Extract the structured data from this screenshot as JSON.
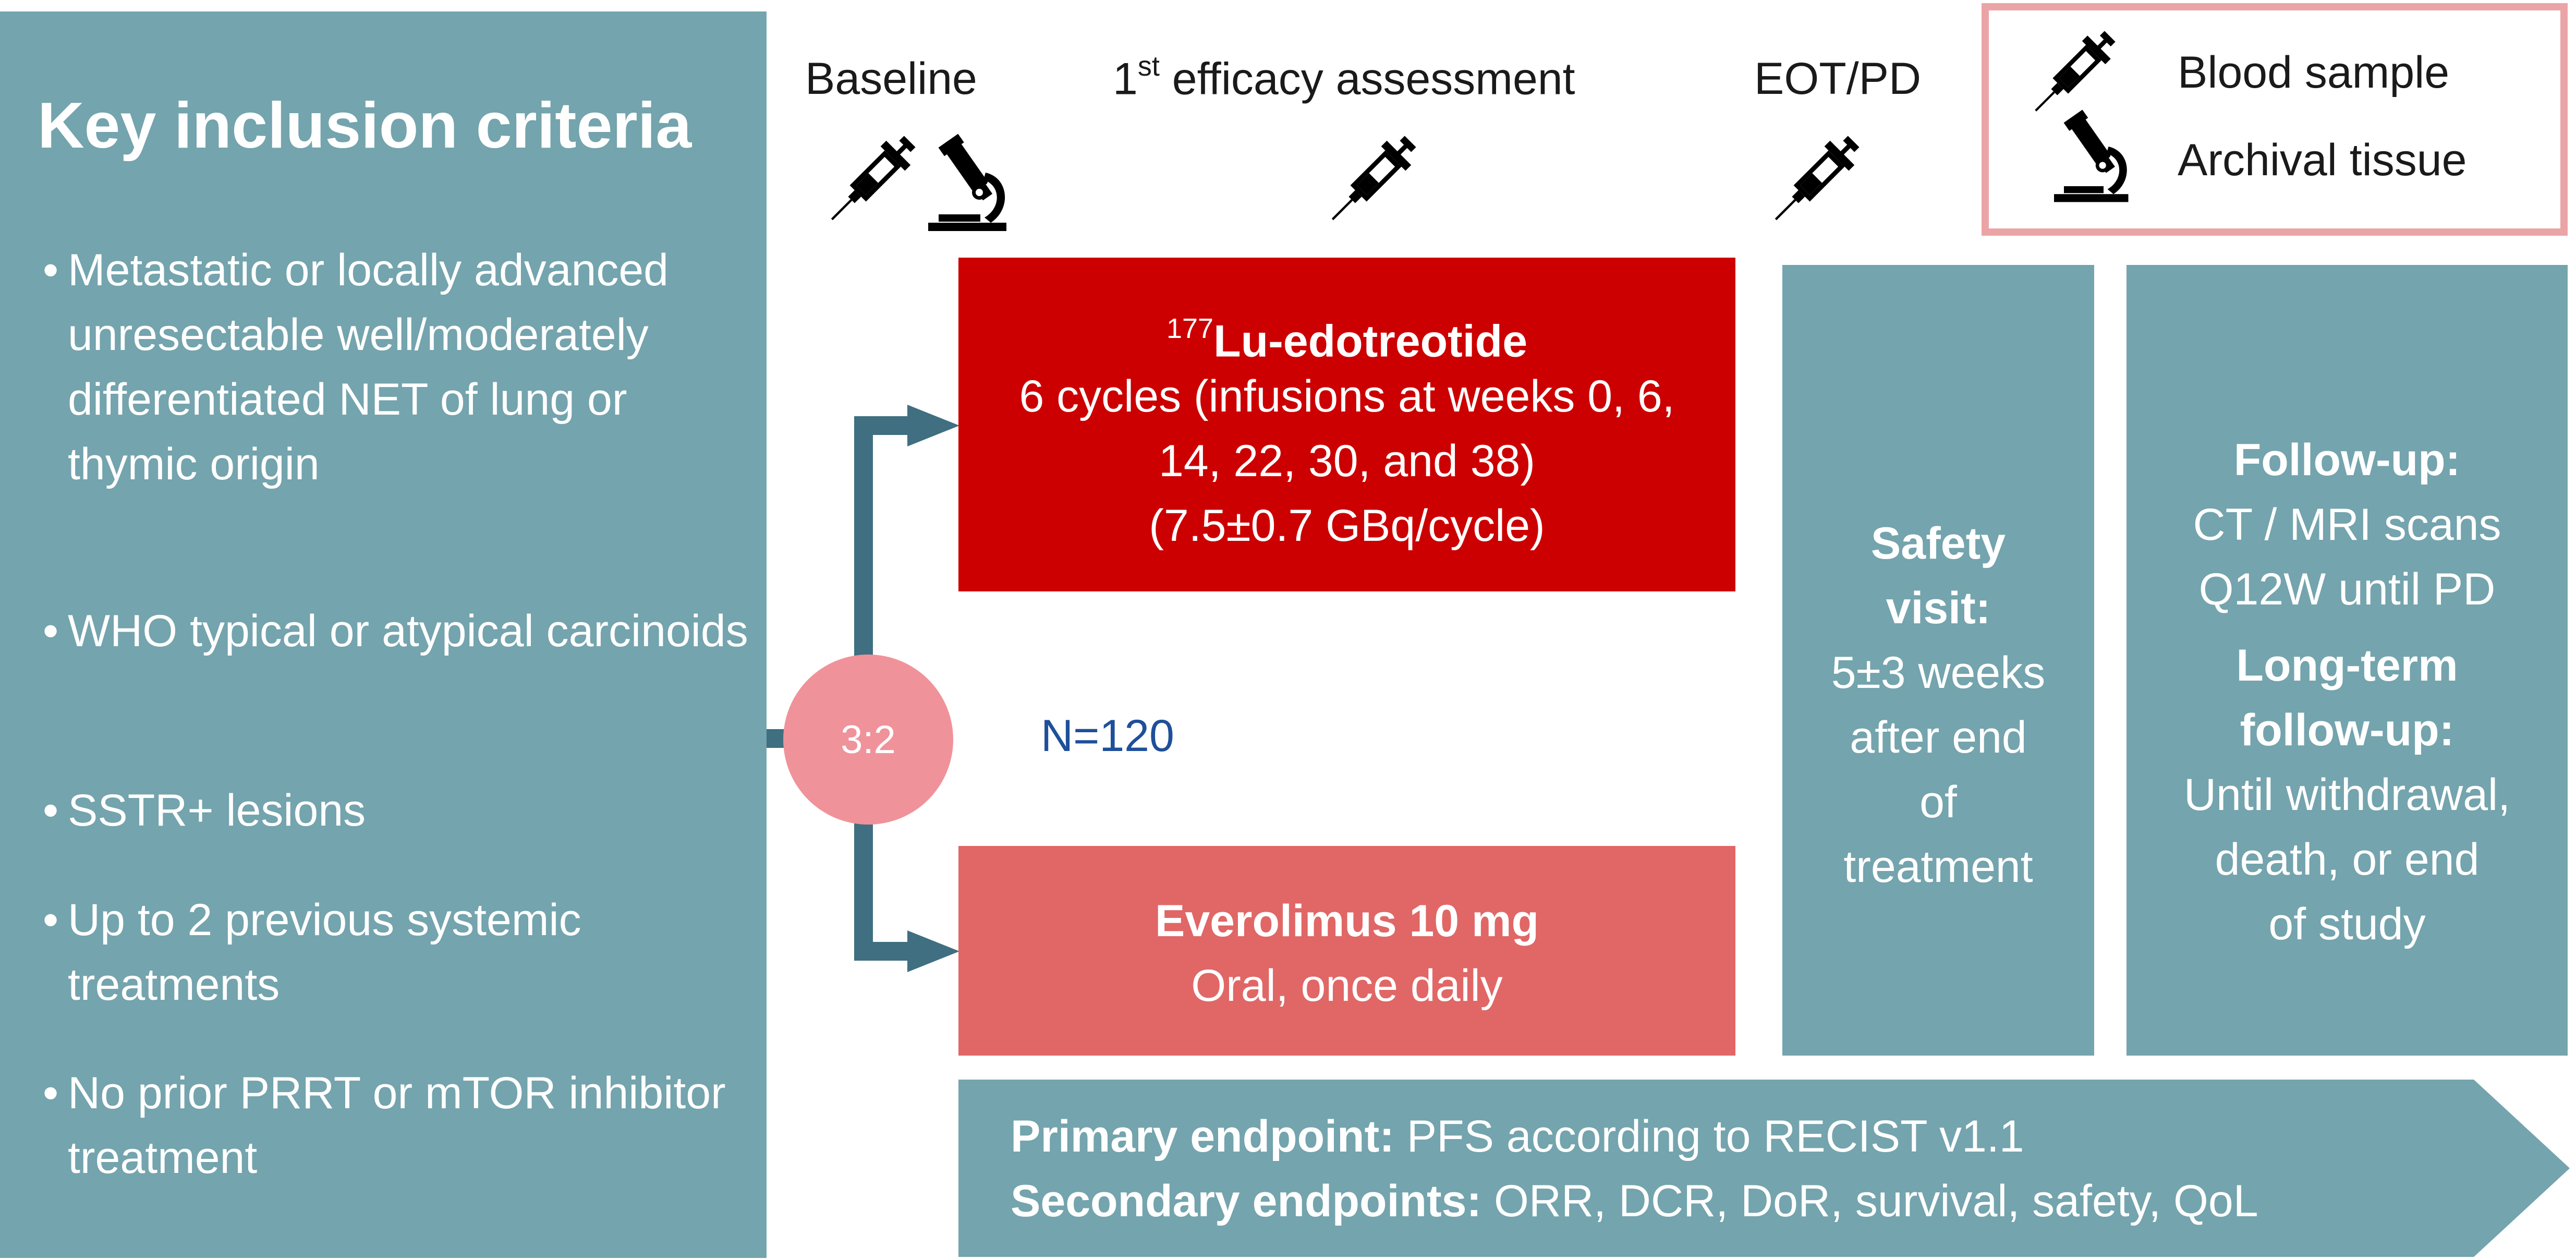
{
  "inclusion": {
    "title": "Key inclusion criteria",
    "bullet": "•",
    "criteria": [
      "Metastatic or locally advanced unresectable well/moderately differentiated NET of lung or thymic origin",
      "WHO typical or atypical carcinoids",
      "SSTR+ lesions",
      "Up to 2 previous systemic treatments",
      "No prior PRRT or mTOR inhibitor treatment"
    ]
  },
  "timeline": {
    "baseline": "Baseline",
    "first_prefix": "1",
    "first_sup": "st",
    "first_suffix": " efficacy assessment",
    "eot": "EOT/PD"
  },
  "legend": {
    "blood": "Blood sample",
    "tissue": "Archival tissue"
  },
  "randomization": {
    "ratio": "3:2",
    "n": "N=120"
  },
  "arm_lu": {
    "sup": "177",
    "name": "Lu-edotreotide",
    "line1": "6 cycles (infusions at weeks 0, 6,",
    "line2": "14, 22, 30, and 38)",
    "line3": "(7.5±0.7 GBq/cycle)"
  },
  "arm_eve": {
    "name": "Everolimus 10 mg",
    "line1": "Oral, once daily"
  },
  "safety": {
    "title1": "Safety",
    "title2": "visit:",
    "l1": "5±3 weeks",
    "l2": "after end",
    "l3": "of",
    "l4": "treatment"
  },
  "followup": {
    "title": "Follow-up:",
    "l1": "CT / MRI scans",
    "l2": "Q12W until PD",
    "lt_title1": "Long-term",
    "lt_title2": "follow-up:",
    "l3": "Until withdrawal,",
    "l4": "death, or end",
    "l5": "of study"
  },
  "endpoints": {
    "primary_label": "Primary endpoint:",
    "primary_text": " PFS according to RECIST v1.1",
    "secondary_label": "Secondary endpoints:",
    "secondary_text": " ORR, DCR, DoR, survival, safety, QoL"
  },
  "colors": {
    "teal": "#74a4ad",
    "lu_red": "#cc0000",
    "eve_red": "#e06766",
    "circle_pink": "#f0929a",
    "legend_border": "#eba4a6",
    "arrow_blue": "#3f6f80",
    "n_blue": "#1e4f9a"
  },
  "icons": [
    "syringe-icon",
    "microscope-icon"
  ]
}
